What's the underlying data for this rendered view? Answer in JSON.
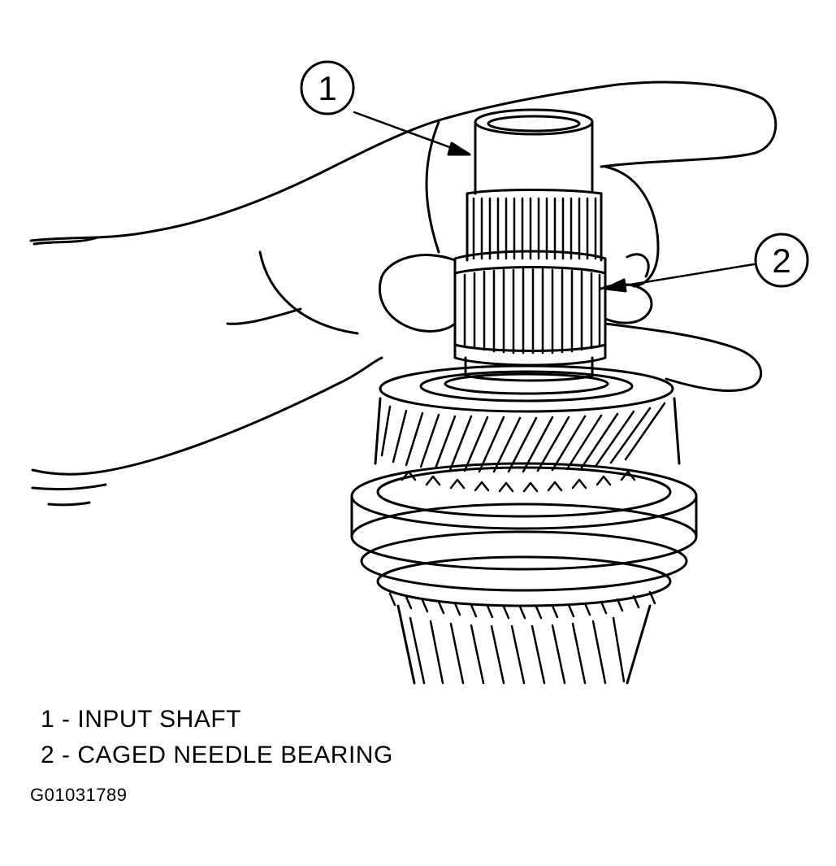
{
  "callouts": [
    {
      "number": "1",
      "label": "INPUT SHAFT"
    },
    {
      "number": "2",
      "label": "CAGED NEEDLE BEARING"
    }
  ],
  "legend": [
    {
      "number": "1",
      "separator": " - ",
      "label": "INPUT SHAFT"
    },
    {
      "number": "2",
      "separator": " - ",
      "label": "CAGED NEEDLE BEARING"
    }
  ],
  "figure_id": "G01031789"
}
